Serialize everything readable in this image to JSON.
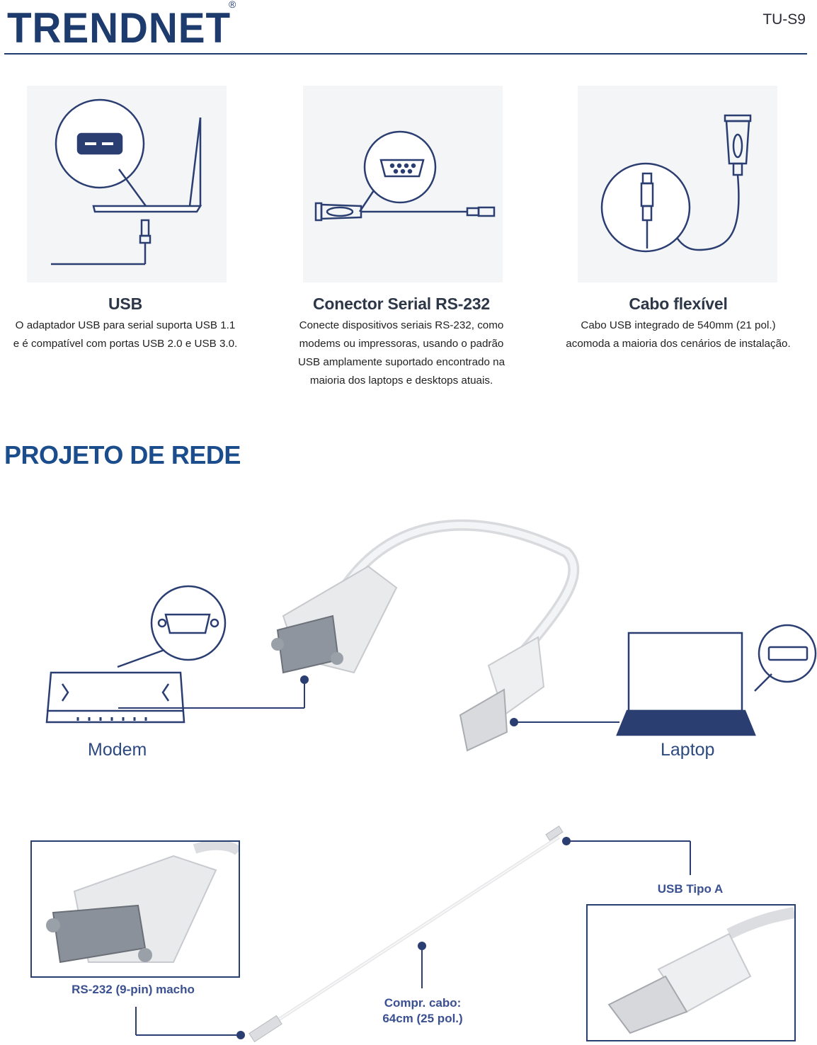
{
  "header": {
    "brand": "TRENDNET",
    "registered": "®",
    "model": "TU-S9"
  },
  "features": [
    {
      "title": "USB",
      "lines": [
        "O adaptador USB para serial suporta USB 1.1",
        "e é compatível com portas USB 2.0 e USB 3.0."
      ]
    },
    {
      "title": "Conector Serial RS-232",
      "lines": [
        "Conecte dispositivos seriais RS-232, como",
        "modems ou impressoras, usando o padrão",
        "USB amplamente suportado encontrado na",
        "maioria dos laptops e desktops atuais."
      ]
    },
    {
      "title": "Cabo flexível",
      "lines": [
        "Cabo USB integrado de 540mm (21 pol.)",
        "acomoda a maioria dos cenários de instalação."
      ]
    }
  ],
  "network": {
    "title": "PROJETO DE REDE",
    "modem_label": "Modem",
    "laptop_label": "Laptop"
  },
  "callouts": {
    "rs232": "RS-232 (9-pin) macho",
    "usb": "USB Tipo A",
    "cable_line1": "Compr. cabo:",
    "cable_line2": "64cm (25 pol.)"
  },
  "colors": {
    "navy": "#1e3b6e",
    "title_blue": "#1b4d8c",
    "label_blue": "#3a5090"
  }
}
